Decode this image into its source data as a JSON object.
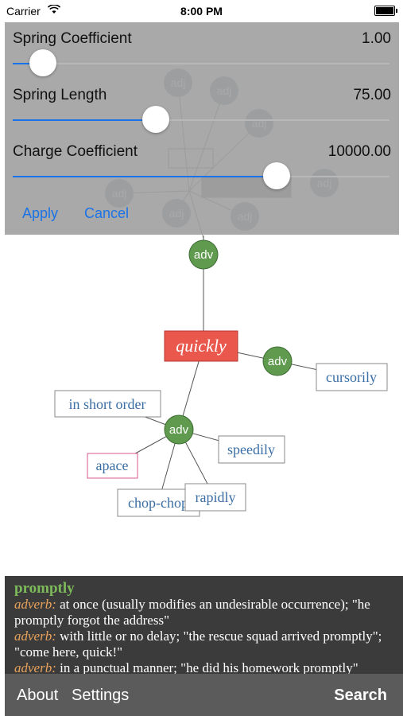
{
  "status_bar": {
    "carrier": "Carrier",
    "time": "8:00 PM",
    "battery_level": 1.0
  },
  "settings": {
    "sliders": [
      {
        "label": "Spring Coefficient",
        "value_text": "1.00",
        "position": 0.08
      },
      {
        "label": "Spring Length",
        "value_text": "75.00",
        "position": 0.38
      },
      {
        "label": "Charge Coefficient",
        "value_text": "10000.00",
        "position": 0.7
      }
    ],
    "apply_label": "Apply",
    "cancel_label": "Cancel"
  },
  "graph": {
    "center_word": "quickly",
    "pos_label": "adv",
    "faded_label": "adj",
    "synonyms": {
      "cursorily": "cursorily",
      "in_short_order": "in short order",
      "apace": "apace",
      "speedily": "speedily",
      "chop_chop": "chop-chop",
      "rapidly": "rapidly"
    },
    "colors": {
      "center": "#e9574d",
      "adv_node": "#5f9a4e",
      "word_border": "#8a8a8a",
      "word_text": "#3a6ea5",
      "highlight_border": "#d85a8c"
    }
  },
  "definition": {
    "word": "promptly",
    "entries": [
      {
        "pos": "adverb:",
        "text": "at once (usually modifies an undesirable occurrence); \"he promptly forgot the address\""
      },
      {
        "pos": "adverb:",
        "text": "with little or no delay; \"the rescue squad arrived promptly\"; \"come here, quick!\""
      },
      {
        "pos": "adverb:",
        "text": "in a punctual manner; \"he did his homework promptly\""
      }
    ]
  },
  "toolbar": {
    "about": "About",
    "settings": "Settings",
    "search": "Search"
  }
}
